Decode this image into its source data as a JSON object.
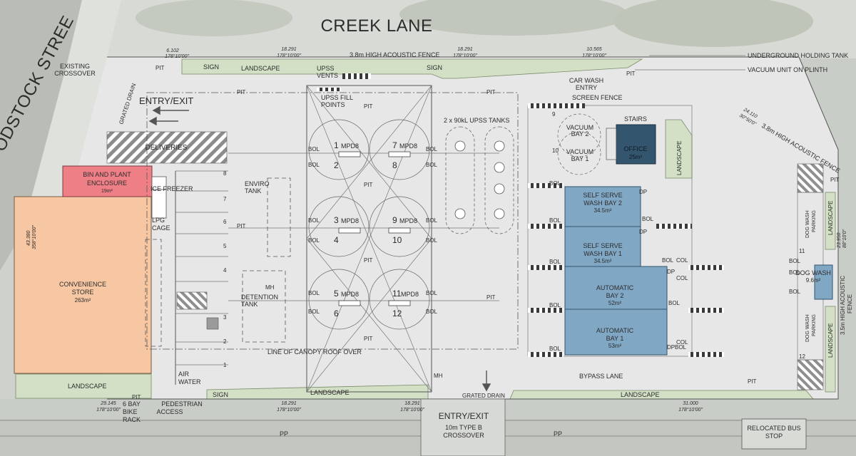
{
  "roads": {
    "creek_lane": "CREEK LANE",
    "woodstock_street": "ODSTOCK STREE"
  },
  "labels": {
    "existing_crossover": [
      "EXISTING",
      "CROSSOVER"
    ],
    "grated_drain": "GRATED DRAIN",
    "entry_exit_top": "ENTRY/EXIT",
    "entry_exit_bottom": "ENTRY/EXIT",
    "type_b_crossover": [
      "10m TYPE B",
      "CROSSOVER"
    ],
    "relocated_bus_stop": [
      "RELOCATED BUS",
      "STOP"
    ],
    "pp": "PP",
    "acoustic_fence_top": "3.8m HIGH ACOUSTIC FENCE",
    "acoustic_fence_right": "3.8m HIGH ACOUSTIC FENCE",
    "acoustic_fence_east": [
      "3.5m HIGH ACOUSTIC",
      "FENCE"
    ],
    "underground_tank": "UNDERGROUND HOLDING TANK",
    "vacuum_unit": "VACUUM UNIT ON PLINTH",
    "car_wash_entry": [
      "CAR WASH",
      "ENTRY"
    ],
    "screen_fence": "SCREEN FENCE",
    "stairs": "STAIRS",
    "landscape": "LANDSCAPE",
    "sign": "SIGN",
    "pit": "PIT",
    "upss_vents": [
      "UPSS",
      "VENTS"
    ],
    "upss_fill": [
      "UPSS FILL",
      "POINTS"
    ],
    "upss_tanks": "2 x 90kL UPSS TANKS",
    "deliveries": "DELIVERIES",
    "ice_freezer": "ICE FREEZER",
    "lpg_cage": [
      "LPG",
      "CAGE"
    ],
    "enviro_tank": [
      "ENVIRO",
      "TANK"
    ],
    "detention_tank": [
      "DETENTION",
      "TANK"
    ],
    "mh": "MH",
    "canopy_line": "LINE OF CANOPY ROOF OVER",
    "air_water": [
      "AIR",
      "WATER"
    ],
    "pedestrian_access": [
      "PEDESTRIAN",
      "ACCESS"
    ],
    "bike_rack": [
      "6 BAY",
      "BIKE",
      "RACK"
    ],
    "bypass_lane": "BYPASS LANE",
    "bol": "BOL",
    "col": "COL",
    "dp": "DP",
    "mpd": "MPD8",
    "dog_wash_parking": [
      "DOG WASH",
      "PARKING"
    ],
    "vacuum_bay_2": [
      "VACUUM",
      "BAY 2"
    ],
    "vacuum_bay_1": [
      "VACUUM",
      "BAY 1"
    ]
  },
  "buildings": {
    "convenience_store": {
      "name": [
        "CONVENIENCE",
        "STORE"
      ],
      "area": "263m²"
    },
    "bin_enclosure": {
      "name": [
        "BIN AND PLANT",
        "ENCLOSURE"
      ],
      "area": "19m²"
    },
    "office": {
      "name": "OFFICE",
      "area": "25m²"
    },
    "self_serve_2": {
      "name": [
        "SELF SERVE",
        "WASH BAY 2"
      ],
      "area": "34.5m²"
    },
    "self_serve_1": {
      "name": [
        "SELF SERVE",
        "WASH BAY 1"
      ],
      "area": "34.5m²"
    },
    "automatic_2": {
      "name": [
        "AUTOMATIC",
        "BAY 2"
      ],
      "area": "52m²"
    },
    "automatic_1": {
      "name": [
        "AUTOMATIC",
        "BAY 1"
      ],
      "area": "53m²"
    },
    "dog_wash": {
      "name": "DOG WASH",
      "area": "9.6m²"
    }
  },
  "dimensions": {
    "d1": [
      "6.102",
      "178°10'00\""
    ],
    "d2": [
      "18.291",
      "178°10'00\""
    ],
    "d3": [
      "18.291",
      "178°10'00\""
    ],
    "d4": [
      "10.565",
      "178°10'00\""
    ],
    "d5": [
      "24.110",
      "30°50'0\""
    ],
    "d6": [
      "43.380",
      "358°10'00\""
    ],
    "d7": [
      "23.950",
      "88°10'0\""
    ],
    "d8": [
      "29.145",
      "178°10'00\""
    ],
    "d9": [
      "18.291",
      "178°10'00\""
    ],
    "d10": [
      "18.291",
      "178°10'00\""
    ],
    "d11": [
      "31.000",
      "178°10'00\""
    ]
  },
  "pumps": {
    "top": [
      "1",
      "7"
    ],
    "top_low": [
      "2",
      "8"
    ],
    "mid": [
      "3",
      "9"
    ],
    "mid_low": [
      "4",
      "10"
    ],
    "bot": [
      "5",
      "11"
    ],
    "bot_low": [
      "6",
      "12"
    ]
  },
  "parking_numbers": [
    "8",
    "7",
    "6",
    "5",
    "4",
    "3",
    "2",
    "1"
  ],
  "wash_numbers": [
    "9",
    "10",
    "11",
    "12"
  ],
  "colors": {
    "store": "#f7c7a3",
    "bin": "#ef7f86",
    "office": "#34556e",
    "wash": "#80a7c4",
    "landscape": "#d3e0c5"
  }
}
